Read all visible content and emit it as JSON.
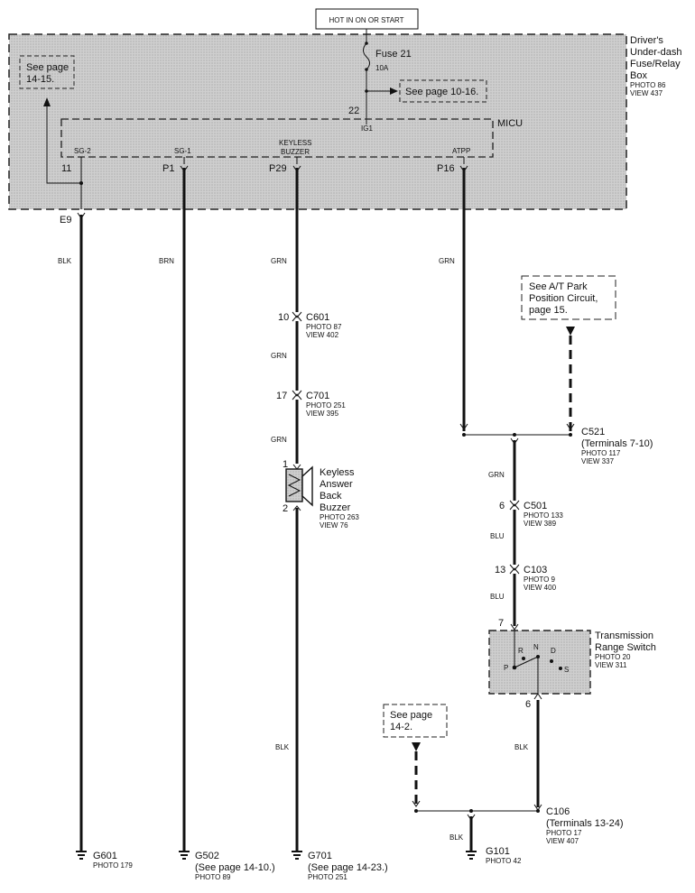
{
  "header": {
    "power_label": "HOT IN ON OR START"
  },
  "fuse_box": {
    "title_lines": [
      "Driver's",
      "Under-dash",
      "Fuse/Relay",
      "Box"
    ],
    "photo": "PHOTO 86",
    "view": "VIEW 437",
    "fuse_name": "Fuse 21",
    "fuse_rating": "10A",
    "terminal_22": "22",
    "ig1_label": "IG1",
    "see_page_left": [
      "See page",
      "14-15."
    ],
    "see_page_right": "See page 10-16."
  },
  "micu": {
    "label": "MICU",
    "pins": [
      {
        "signal": "SG-2",
        "terminal": "11",
        "connector": "E9"
      },
      {
        "signal": "SG-1",
        "terminal": "P1"
      },
      {
        "signal_lines": [
          "KEYLESS",
          "BUZZER"
        ],
        "terminal": "P29"
      },
      {
        "signal": "ATPP",
        "terminal": "P16"
      }
    ]
  },
  "wires": {
    "e9": "BLK",
    "p1": "BRN",
    "p29_top": "GRN",
    "p29_mid": "GRN",
    "p29_low": "GRN",
    "p29_bottom": "BLK",
    "p16": "GRN",
    "c521_down": "GRN",
    "c501_down": "BLU",
    "c103_down": "BLU",
    "trs_down": "BLK",
    "g101": "BLK"
  },
  "connectors": {
    "c601": {
      "pin": "10",
      "name": "C601",
      "photo": "PHOTO 87",
      "view": "VIEW 402"
    },
    "c701": {
      "pin": "17",
      "name": "C701",
      "photo": "PHOTO 251",
      "view": "VIEW 395"
    },
    "c521": {
      "name": "C521",
      "note": "(Terminals 7-10)",
      "photo": "PHOTO 117",
      "view": "VIEW 337"
    },
    "c501": {
      "pin": "6",
      "name": "C501",
      "photo": "PHOTO 133",
      "view": "VIEW 389"
    },
    "c103": {
      "pin": "13",
      "name": "C103",
      "photo": "PHOTO 9",
      "view": "VIEW 400"
    },
    "c106": {
      "name": "C106",
      "note": "(Terminals 13-24)",
      "photo": "PHOTO 17",
      "view": "VIEW 407"
    }
  },
  "buzzer": {
    "pin_top": "1",
    "pin_bottom": "2",
    "name_lines": [
      "Keyless",
      "Answer",
      "Back",
      "Buzzer"
    ],
    "photo": "PHOTO 263",
    "view": "VIEW 76"
  },
  "at_park_ref": [
    "See A/T Park",
    "Position Circuit,",
    "page 15."
  ],
  "trs": {
    "pin_top": "7",
    "pin_bottom": "6",
    "name_lines": [
      "Transmission",
      "Range Switch"
    ],
    "photo": "PHOTO 20",
    "view": "VIEW 311",
    "positions": [
      "R",
      "N",
      "D",
      "P",
      "S"
    ]
  },
  "see_page_14_2": [
    "See page",
    "14-2."
  ],
  "grounds": {
    "g601": {
      "name": "G601",
      "photo": "PHOTO 179"
    },
    "g502": {
      "name": "G502",
      "note": "(See page 14-10.)",
      "photo": "PHOTO 89"
    },
    "g701": {
      "name": "G701",
      "note": "(See page 14-23.)",
      "photo": "PHOTO 251"
    },
    "g101": {
      "name": "G101",
      "photo": "PHOTO 42"
    }
  },
  "colors": {
    "box_fill": "#d4d4d4",
    "ink": "#111111"
  }
}
